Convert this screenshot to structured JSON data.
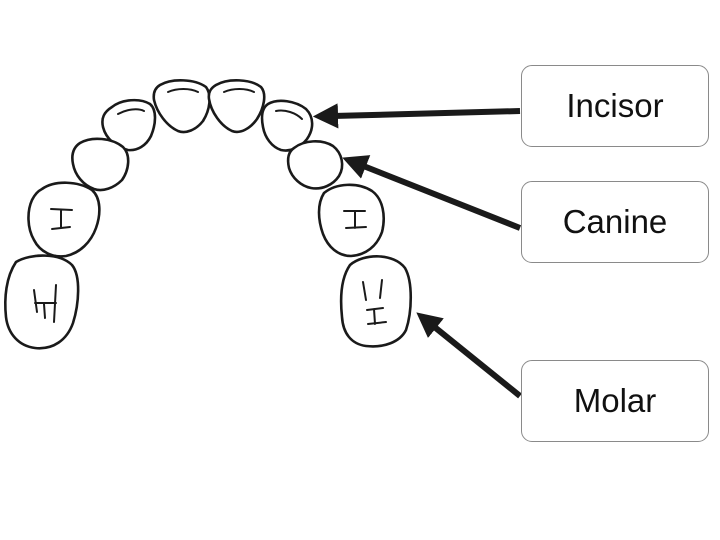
{
  "labels": {
    "incisor": "Incisor",
    "canine": "Canine",
    "molar": "Molar"
  },
  "colors": {
    "outline": "#1a1a1a",
    "arrow": "#1a1a1a",
    "box_border": "#8a8a8a",
    "text": "#111111",
    "background": "#ffffff"
  }
}
